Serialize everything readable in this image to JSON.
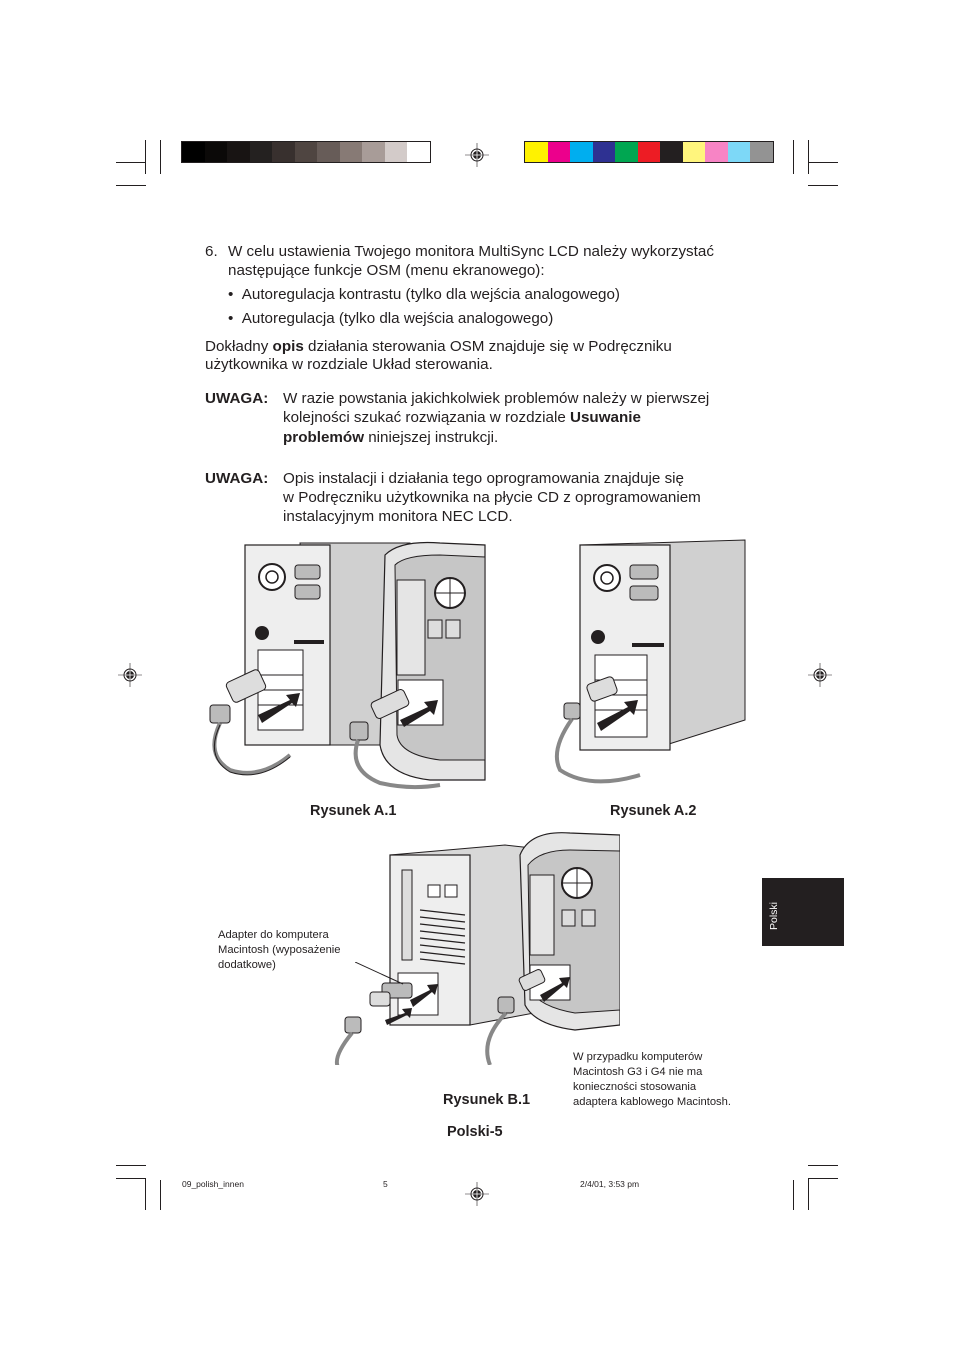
{
  "color_bars": {
    "grayscale": [
      "#000000",
      "#0b0908",
      "#181413",
      "#242120",
      "#38302e",
      "#4f4541",
      "#675c58",
      "#877a75",
      "#a89c98",
      "#d3cbc9",
      "#ffffff"
    ],
    "process": [
      "#fff200",
      "#ec008c",
      "#00aeef",
      "#2e3192",
      "#00a651",
      "#ed1c24",
      "#231f20",
      "#fff57d",
      "#f784c5",
      "#7dd8f7",
      "#939393"
    ]
  },
  "step6": {
    "number": "6.",
    "line1": "W celu ustawienia Twojego monitora MultiSync LCD należy wykorzystać",
    "line2": "następujące funkcje OSM (menu ekranowego):",
    "bullets": [
      "Autoregulacja kontrastu (tylko dla wejścia analogowego)",
      "Autoregulacja (tylko dla wejścia analogowego)"
    ]
  },
  "details": {
    "pre": "Dokładny ",
    "bold": "opis",
    "post": " działania sterowania OSM znajduje się w Podręczniku",
    "line2": "użytkownika w rozdziale Układ sterowania."
  },
  "note1": {
    "label": "UWAGA:",
    "line1": "W razie powstania jakichkolwiek problemów należy w pierwszej",
    "line2_pre": "kolejności szukać rozwiązania w rozdziale ",
    "line2_bold": "Usuwanie",
    "line3_bold": "problemów",
    "line3_post": " niniejszej instrukcji."
  },
  "note2": {
    "label": "UWAGA:",
    "line1": "Opis instalacji i działania tego oprogramowania znajduje się",
    "line2": "w Podręczniku użytkownika na płycie CD z oprogramowaniem",
    "line3": "instalacyjnym monitora NEC LCD."
  },
  "figures": {
    "a1_caption": "Rysunek A.1",
    "a2_caption": "Rysunek A.2",
    "b1_caption": "Rysunek B.1",
    "adapter_note": [
      "Adapter do komputera",
      "Macintosh (wyposażenie",
      "dodatkowe)"
    ],
    "mac_note": [
      "W przypadku komputerów",
      "Macintosh G3 i G4 nie ma",
      "konieczności stosowania",
      "adaptera kablowego Macintosh."
    ]
  },
  "side_tab": "Polski",
  "page_label": "Polski-5",
  "slug": {
    "file": "09_polish_innen",
    "page": "5",
    "date": "2/4/01, 3:53 pm"
  }
}
